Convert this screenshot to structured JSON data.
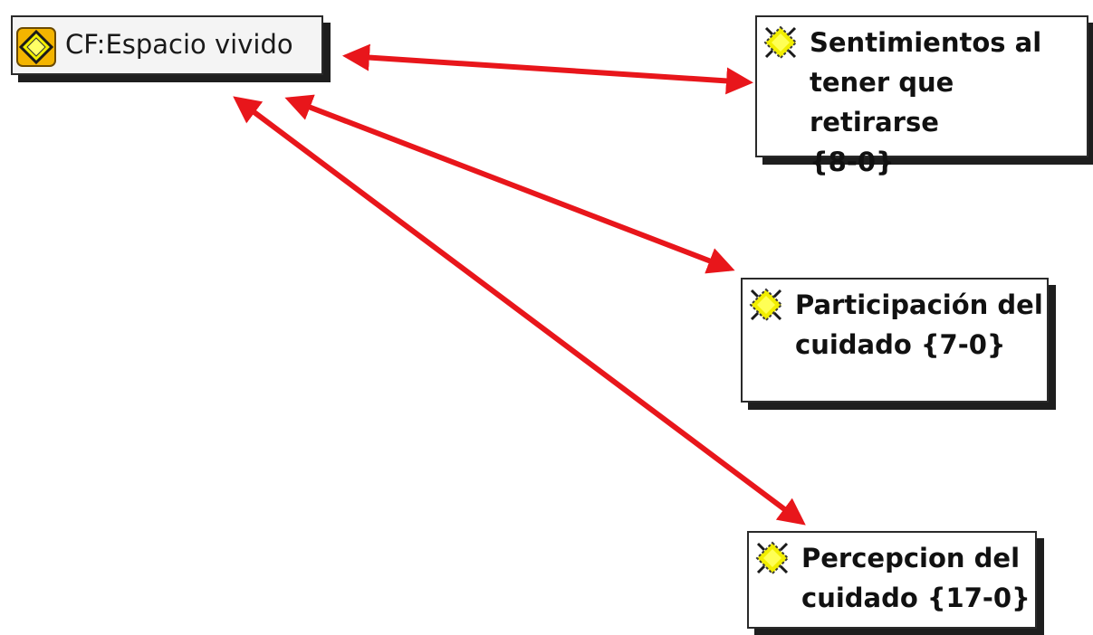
{
  "diagram": {
    "root": {
      "label": "CF:Espacio vivido",
      "icon": "network-node-icon"
    },
    "codes": [
      {
        "label": "Sentimientos al\ntener que retirarse\n{8-0}",
        "icon": "code-diamond-icon"
      },
      {
        "label": "Participación del\ncuidado {7-0}",
        "icon": "code-diamond-icon"
      },
      {
        "label": "Percepcion del\ncuidado {17-0}",
        "icon": "code-diamond-icon"
      }
    ],
    "links": [
      {
        "from": "CF:Espacio vivido",
        "to": "Sentimientos al tener que retirarse {8-0}",
        "style": "bidirectional"
      },
      {
        "from": "CF:Espacio vivido",
        "to": "Participación del cuidado {7-0}",
        "style": "bidirectional"
      },
      {
        "from": "CF:Espacio vivido",
        "to": "Percepcion del cuidado {17-0}",
        "style": "bidirectional"
      }
    ]
  },
  "colors": {
    "link": "#e8161b",
    "icon_fill": "#f2ee00",
    "root_icon_bg": "#f3b400",
    "shadow": "#1e1e1e"
  }
}
